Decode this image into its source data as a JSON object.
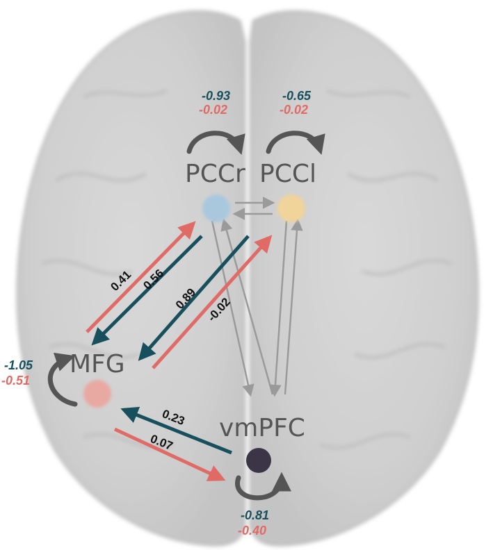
{
  "colors": {
    "teal": "#174f5c",
    "coral": "#e06a66",
    "gray_arrow": "#9a9a9a",
    "self_loop": "#555555",
    "pccr_node": "#a9c8de",
    "pccl_node": "#f0d49a",
    "mfg_node": "#e8a9a3",
    "vmpfc_node": "#3c3547"
  },
  "nodes": {
    "pccr": {
      "label": "PCCr",
      "self_teal": "-0.93",
      "self_coral": "-0.02"
    },
    "pccl": {
      "label": "PCCl",
      "self_teal": "-0.65",
      "self_coral": "-0.02"
    },
    "mfg": {
      "label": "MFG",
      "self_teal": "-1.05",
      "self_coral": "-0.51"
    },
    "vmpfc": {
      "label": "vmPFC",
      "self_teal": "-0.81",
      "self_coral": "-0.40"
    }
  },
  "edges": {
    "mfg_to_pccr": "0.41",
    "pccr_to_mfg": "0.56",
    "pccl_to_mfg": "0.89",
    "mfg_to_pccl": "-0.02",
    "vmpfc_to_mfg": "0.23",
    "mfg_to_vmpfc": "0.07"
  }
}
